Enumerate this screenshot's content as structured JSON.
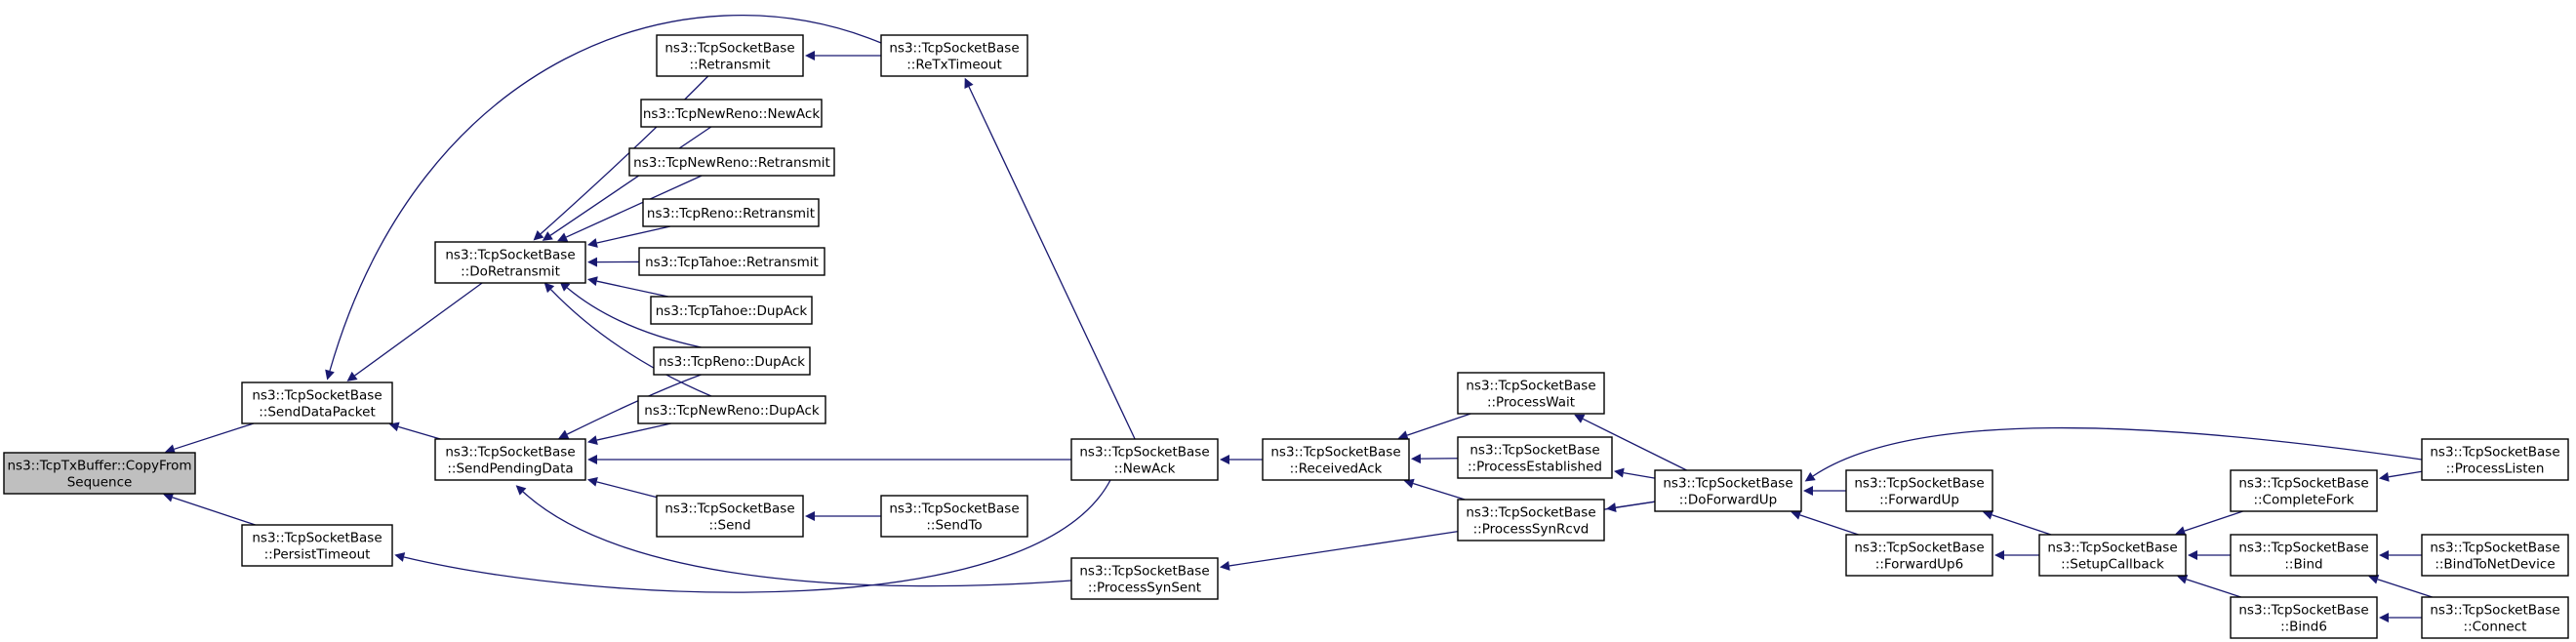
{
  "graph": {
    "edge_color": "#191970",
    "root_fill": "#bfbfbf",
    "nodes": [
      {
        "id": "root",
        "lines": [
          "ns3::TcpTxBuffer::CopyFrom",
          "Sequence"
        ],
        "root": true
      },
      {
        "id": "sdp",
        "lines": [
          "ns3::TcpSocketBase",
          "::SendDataPacket"
        ]
      },
      {
        "id": "pt",
        "lines": [
          "ns3::TcpSocketBase",
          "::PersistTimeout"
        ]
      },
      {
        "id": "dr",
        "lines": [
          "ns3::TcpSocketBase",
          "::DoRetransmit"
        ]
      },
      {
        "id": "spd",
        "lines": [
          "ns3::TcpSocketBase",
          "::SendPendingData"
        ]
      },
      {
        "id": "rt",
        "lines": [
          "ns3::TcpSocketBase",
          "::Retransmit"
        ]
      },
      {
        "id": "rtt",
        "lines": [
          "ns3::TcpSocketBase",
          "::ReTxTimeout"
        ]
      },
      {
        "id": "nrna",
        "lines": [
          "ns3::TcpNewReno::NewAck"
        ]
      },
      {
        "id": "nrrt",
        "lines": [
          "ns3::TcpNewReno::Retransmit"
        ]
      },
      {
        "id": "rrt",
        "lines": [
          "ns3::TcpReno::Retransmit"
        ]
      },
      {
        "id": "trt",
        "lines": [
          "ns3::TcpTahoe::Retransmit"
        ]
      },
      {
        "id": "tda",
        "lines": [
          "ns3::TcpTahoe::DupAck"
        ]
      },
      {
        "id": "rda",
        "lines": [
          "ns3::TcpReno::DupAck"
        ]
      },
      {
        "id": "nrda",
        "lines": [
          "ns3::TcpNewReno::DupAck"
        ]
      },
      {
        "id": "send",
        "lines": [
          "ns3::TcpSocketBase",
          "::Send"
        ]
      },
      {
        "id": "sendto",
        "lines": [
          "ns3::TcpSocketBase",
          "::SendTo"
        ]
      },
      {
        "id": "na",
        "lines": [
          "ns3::TcpSocketBase",
          "::NewAck"
        ]
      },
      {
        "id": "pss",
        "lines": [
          "ns3::TcpSocketBase",
          "::ProcessSynSent"
        ]
      },
      {
        "id": "ra",
        "lines": [
          "ns3::TcpSocketBase",
          "::ReceivedAck"
        ]
      },
      {
        "id": "pw",
        "lines": [
          "ns3::TcpSocketBase",
          "::ProcessWait"
        ]
      },
      {
        "id": "pe",
        "lines": [
          "ns3::TcpSocketBase",
          "::ProcessEstablished"
        ]
      },
      {
        "id": "psr",
        "lines": [
          "ns3::TcpSocketBase",
          "::ProcessSynRcvd"
        ]
      },
      {
        "id": "dfu",
        "lines": [
          "ns3::TcpSocketBase",
          "::DoForwardUp"
        ]
      },
      {
        "id": "fu",
        "lines": [
          "ns3::TcpSocketBase",
          "::ForwardUp"
        ]
      },
      {
        "id": "fu6",
        "lines": [
          "ns3::TcpSocketBase",
          "::ForwardUp6"
        ]
      },
      {
        "id": "sc",
        "lines": [
          "ns3::TcpSocketBase",
          "::SetupCallback"
        ]
      },
      {
        "id": "cf",
        "lines": [
          "ns3::TcpSocketBase",
          "::CompleteFork"
        ]
      },
      {
        "id": "bind",
        "lines": [
          "ns3::TcpSocketBase",
          "::Bind"
        ]
      },
      {
        "id": "bind6",
        "lines": [
          "ns3::TcpSocketBase",
          "::Bind6"
        ]
      },
      {
        "id": "pl",
        "lines": [
          "ns3::TcpSocketBase",
          "::ProcessListen"
        ]
      },
      {
        "id": "btnd",
        "lines": [
          "ns3::TcpSocketBase",
          "::BindToNetDevice"
        ]
      },
      {
        "id": "conn",
        "lines": [
          "ns3::TcpSocketBase",
          "::Connect"
        ]
      }
    ]
  }
}
